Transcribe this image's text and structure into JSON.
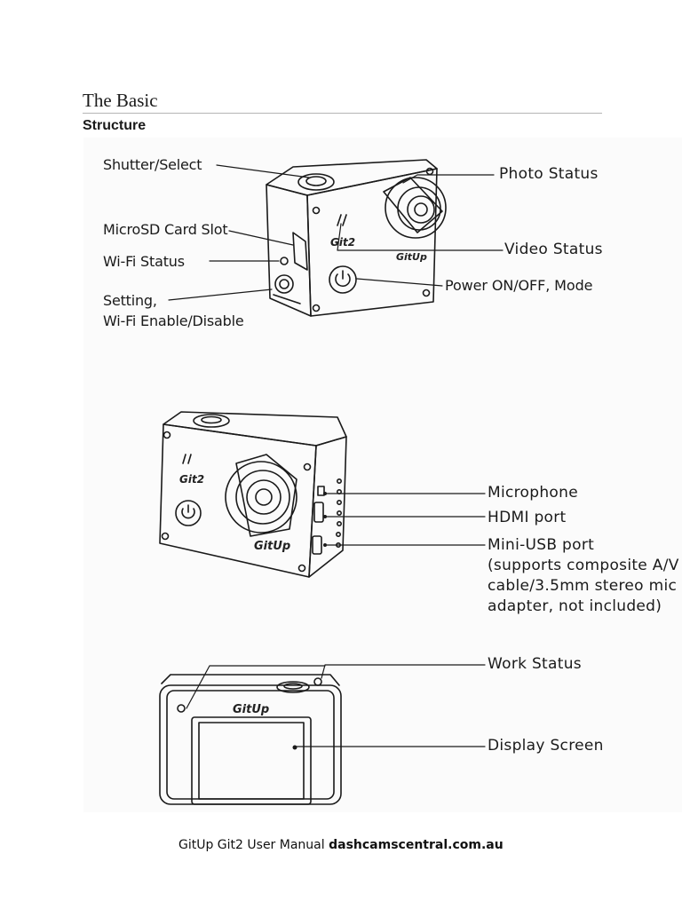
{
  "heading": "The Basic",
  "section_title": "Structure",
  "figure1": {
    "labels": {
      "shutter": "Shutter/Select",
      "microsd": "MicroSD Card Slot",
      "wifi_status": "Wi-Fi Status",
      "setting": "Setting,\nWi-Fi Enable/Disable",
      "photo_status": "Photo Status",
      "video_status": "Video Status",
      "power": "Power ON/OFF, Mode"
    },
    "brand_model": "Git2",
    "brand_logo": "GitUp"
  },
  "figure2": {
    "labels": {
      "microphone": "Microphone",
      "hdmi": "HDMI port",
      "mini_usb": "Mini-USB port\n(supports composite A/V\ncable/3.5mm stereo mic\nadapter, not included)"
    },
    "brand_model": "Git2",
    "brand_logo": "GitUp"
  },
  "figure3": {
    "labels": {
      "work_status": "Work Status",
      "display": "Display Screen"
    },
    "brand_logo": "GitUp"
  },
  "footer": {
    "text": "GitUp Git2 User Manual",
    "site": "dashcamscentral.com.au"
  }
}
